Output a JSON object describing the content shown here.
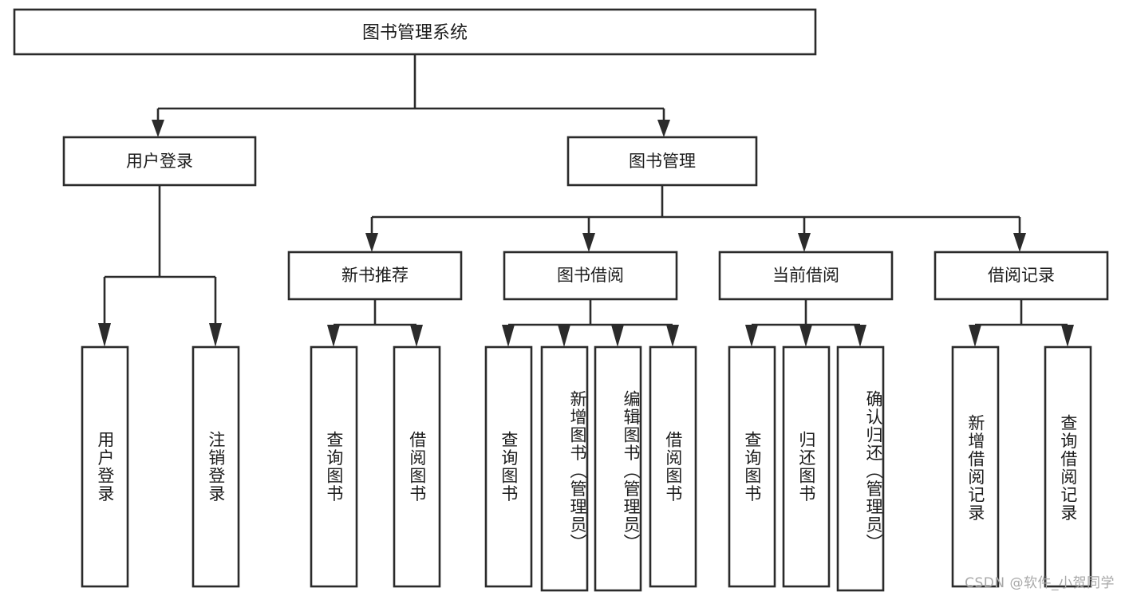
{
  "diagram": {
    "type": "tree-hierarchy",
    "title": "图书管理系统",
    "watermark": "CSDN @软件_小贺同学",
    "colors": {
      "stroke": "#2b2b2b",
      "fill": "#ffffff",
      "text": "#1c1c1c",
      "watermark": "#a8a8a8"
    },
    "levels": {
      "root": {
        "label": "图书管理系统"
      },
      "level2": [
        {
          "label": "用户登录"
        },
        {
          "label": "图书管理"
        }
      ],
      "level3": [
        {
          "label": "新书推荐"
        },
        {
          "label": "图书借阅"
        },
        {
          "label": "当前借阅"
        },
        {
          "label": "借阅记录"
        }
      ],
      "leaves": {
        "user_login": [
          {
            "label": "用户登录"
          },
          {
            "label": "注销登录"
          }
        ],
        "new_book_recommend": [
          {
            "label": "查询图书"
          },
          {
            "label": "借阅图书"
          }
        ],
        "book_borrow": [
          {
            "label": "查询图书"
          },
          {
            "label": "新增图书（管理员）"
          },
          {
            "label": "编辑图书（管理员）"
          },
          {
            "label": "借阅图书"
          }
        ],
        "current_borrow": [
          {
            "label": "查询图书"
          },
          {
            "label": "归还图书"
          },
          {
            "label": "确认归还（管理员）"
          }
        ],
        "borrow_record": [
          {
            "label": "新增借阅记录"
          },
          {
            "label": "查询借阅记录"
          }
        ]
      }
    }
  }
}
